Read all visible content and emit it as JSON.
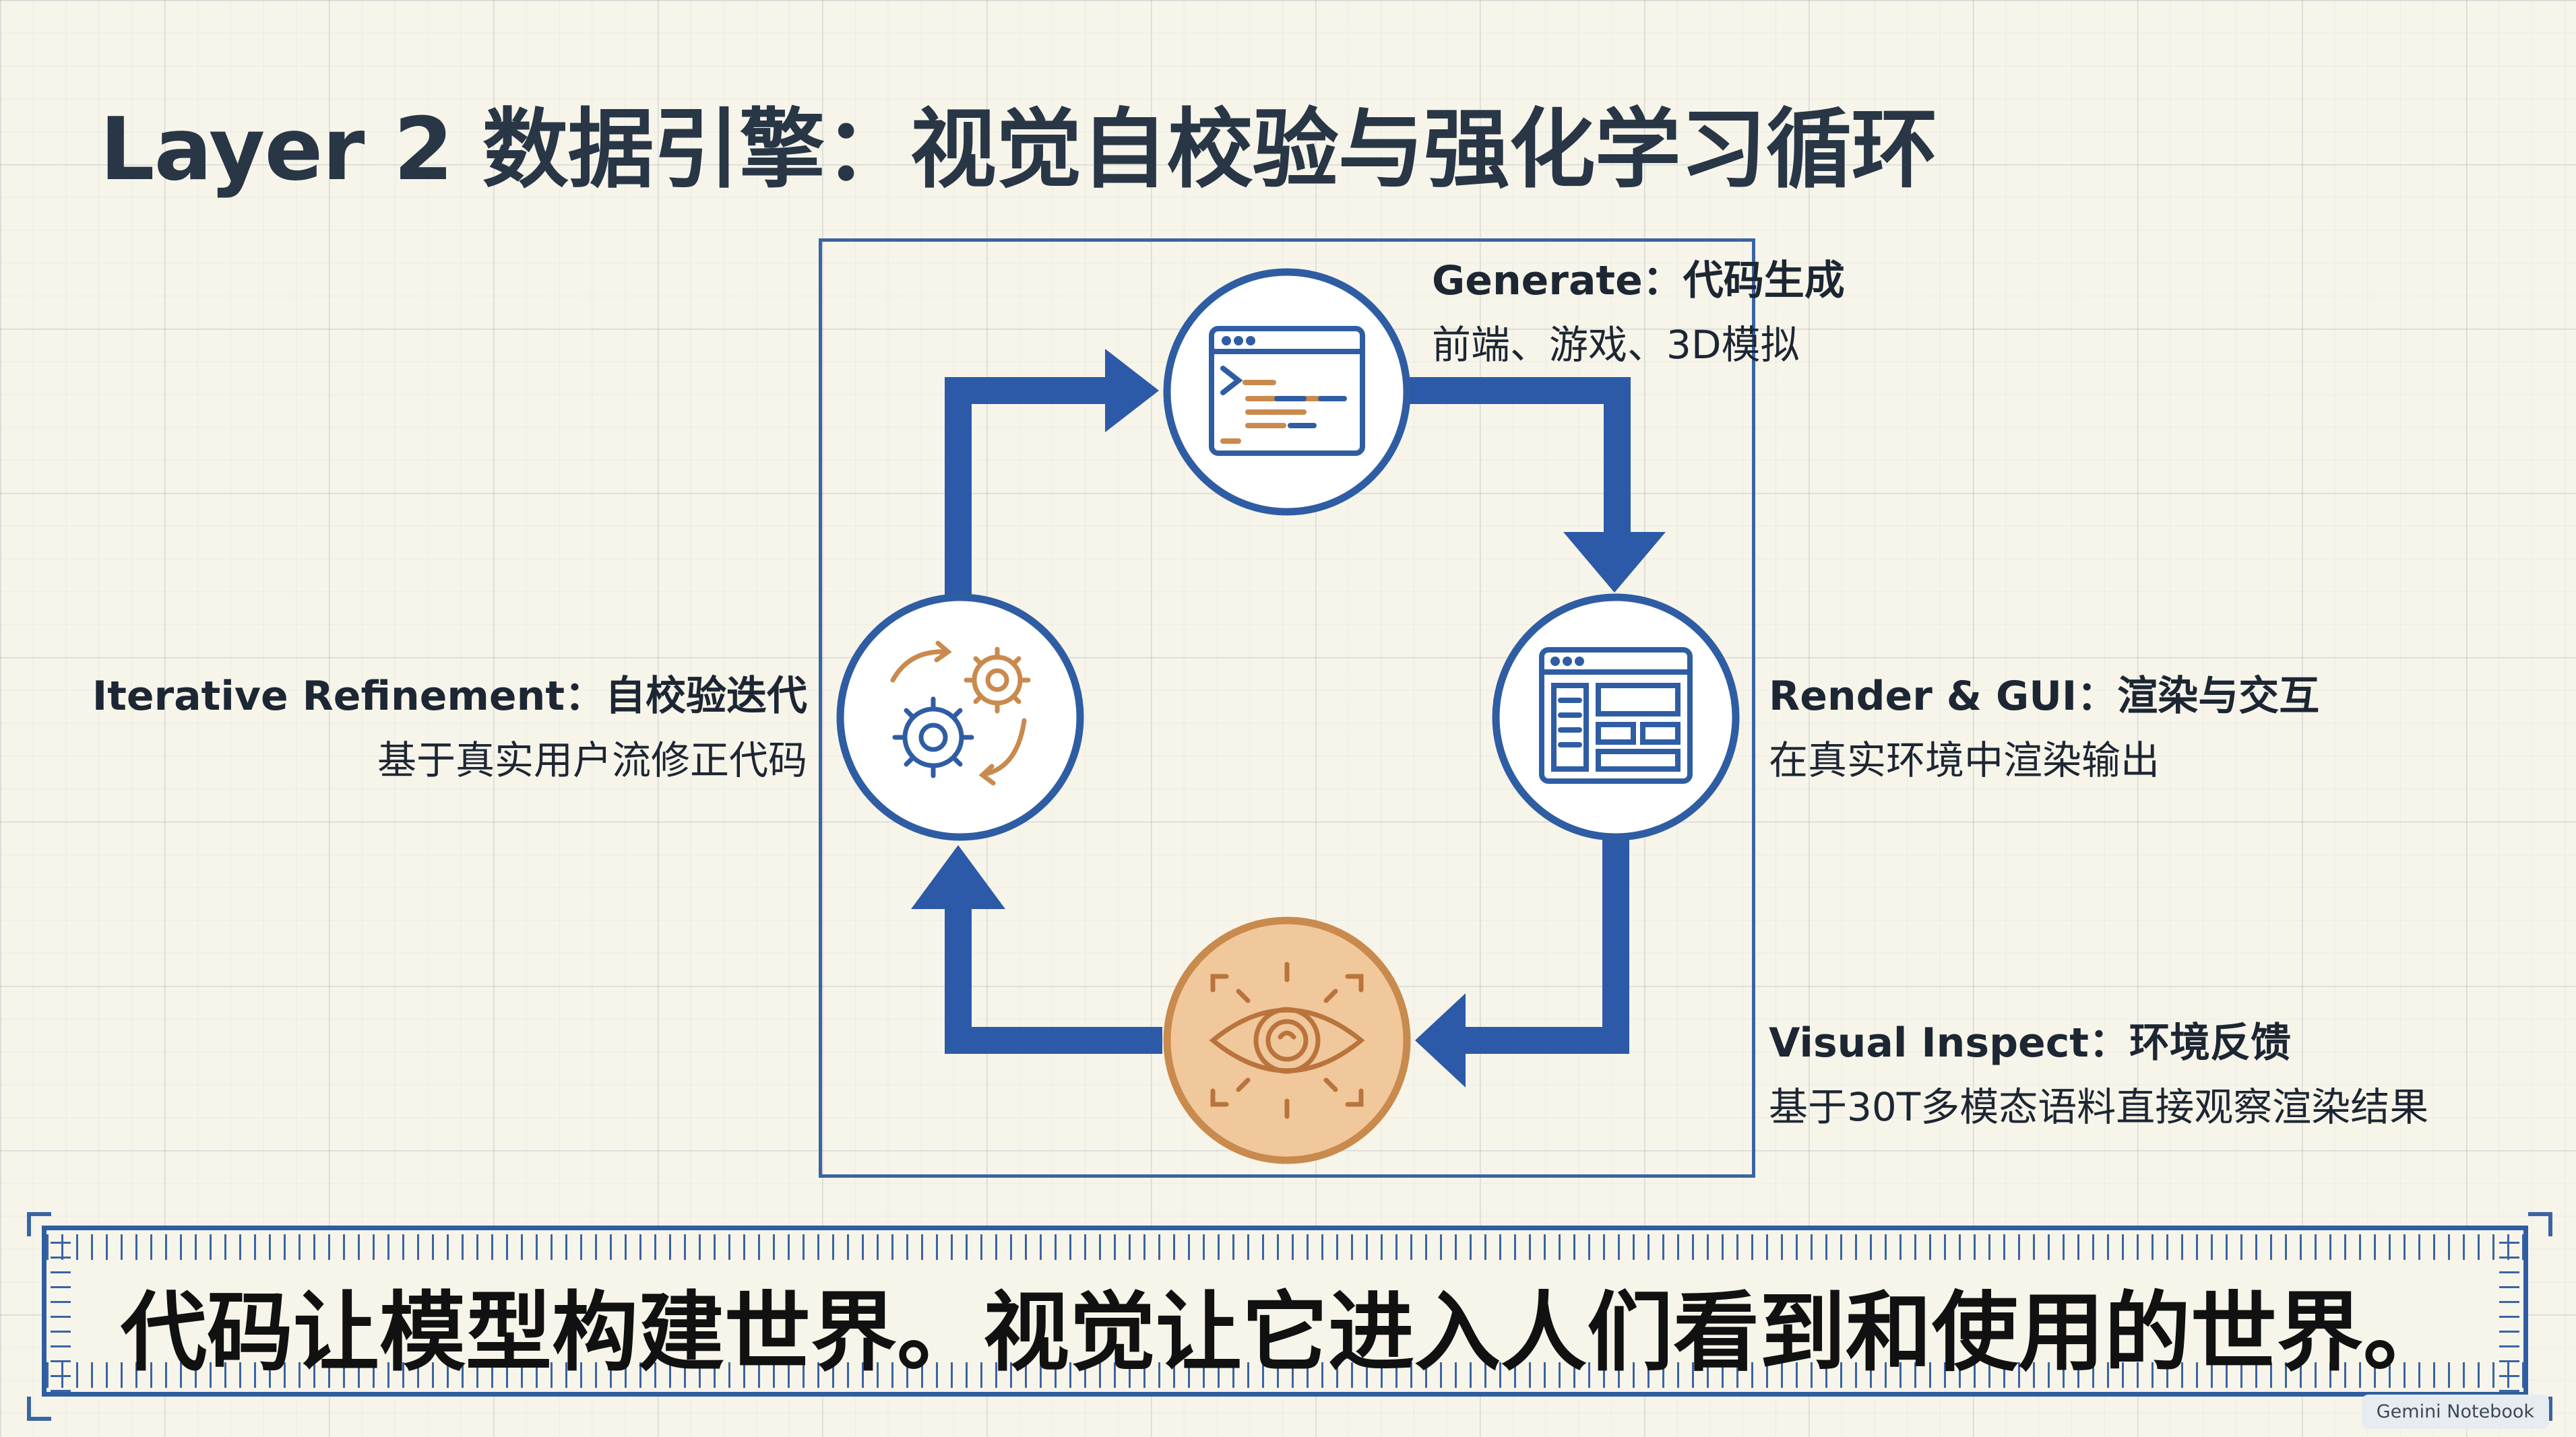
{
  "title": "Layer 2 数据引擎：视觉自校验与强化学习循环",
  "nodes": {
    "generate": {
      "head": "Generate：代码生成",
      "sub": "前端、游戏、3D模拟"
    },
    "render": {
      "head": "Render & GUI：渲染与交互",
      "sub": "在真实环境中渲染输出"
    },
    "inspect": {
      "head": "Visual Inspect：环境反馈",
      "sub": "基于30T多模态语料直接观察渲染结果"
    },
    "refine": {
      "head": "Iterative Refinement：自校验迭代",
      "sub": "基于真实用户流修正代码"
    }
  },
  "icons": {
    "generate": "code-window-icon",
    "render": "browser-layout-icon",
    "inspect": "eye-scan-icon",
    "refine": "gears-cycle-icon"
  },
  "colors": {
    "primary_blue": "#2f5da3",
    "arrow_blue": "#2c5aa8",
    "accent_orange": "#c98a4e",
    "inspect_fill": "#f1c79c",
    "node_fill": "#ffffff"
  },
  "banner": {
    "text": "代码让模型构建世界。视觉让它进入人们看到和使用的世界。"
  },
  "watermark": "Gemini Notebook"
}
